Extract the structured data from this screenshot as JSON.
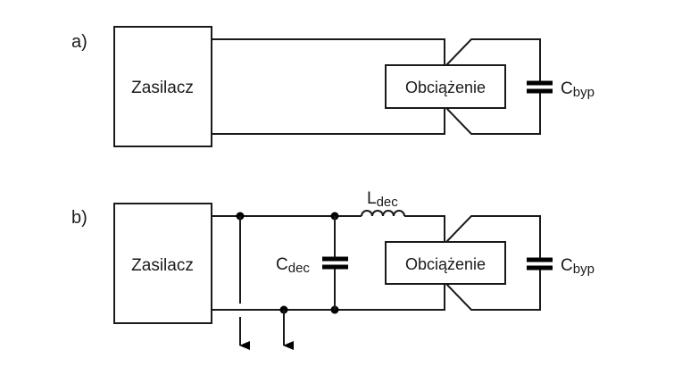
{
  "diagram": {
    "panel_a": {
      "label": "a)",
      "source_label": "Zasilacz",
      "load_label": "Obciążenie",
      "bypass_cap": {
        "main": "C",
        "sub": "byp"
      }
    },
    "panel_b": {
      "label": "b)",
      "source_label": "Zasilacz",
      "load_label": "Obciążenie",
      "decoupling_cap": {
        "main": "C",
        "sub": "dec"
      },
      "decoupling_inductor": {
        "main": "L",
        "sub": "dec"
      },
      "bypass_cap": {
        "main": "C",
        "sub": "byp"
      }
    }
  }
}
